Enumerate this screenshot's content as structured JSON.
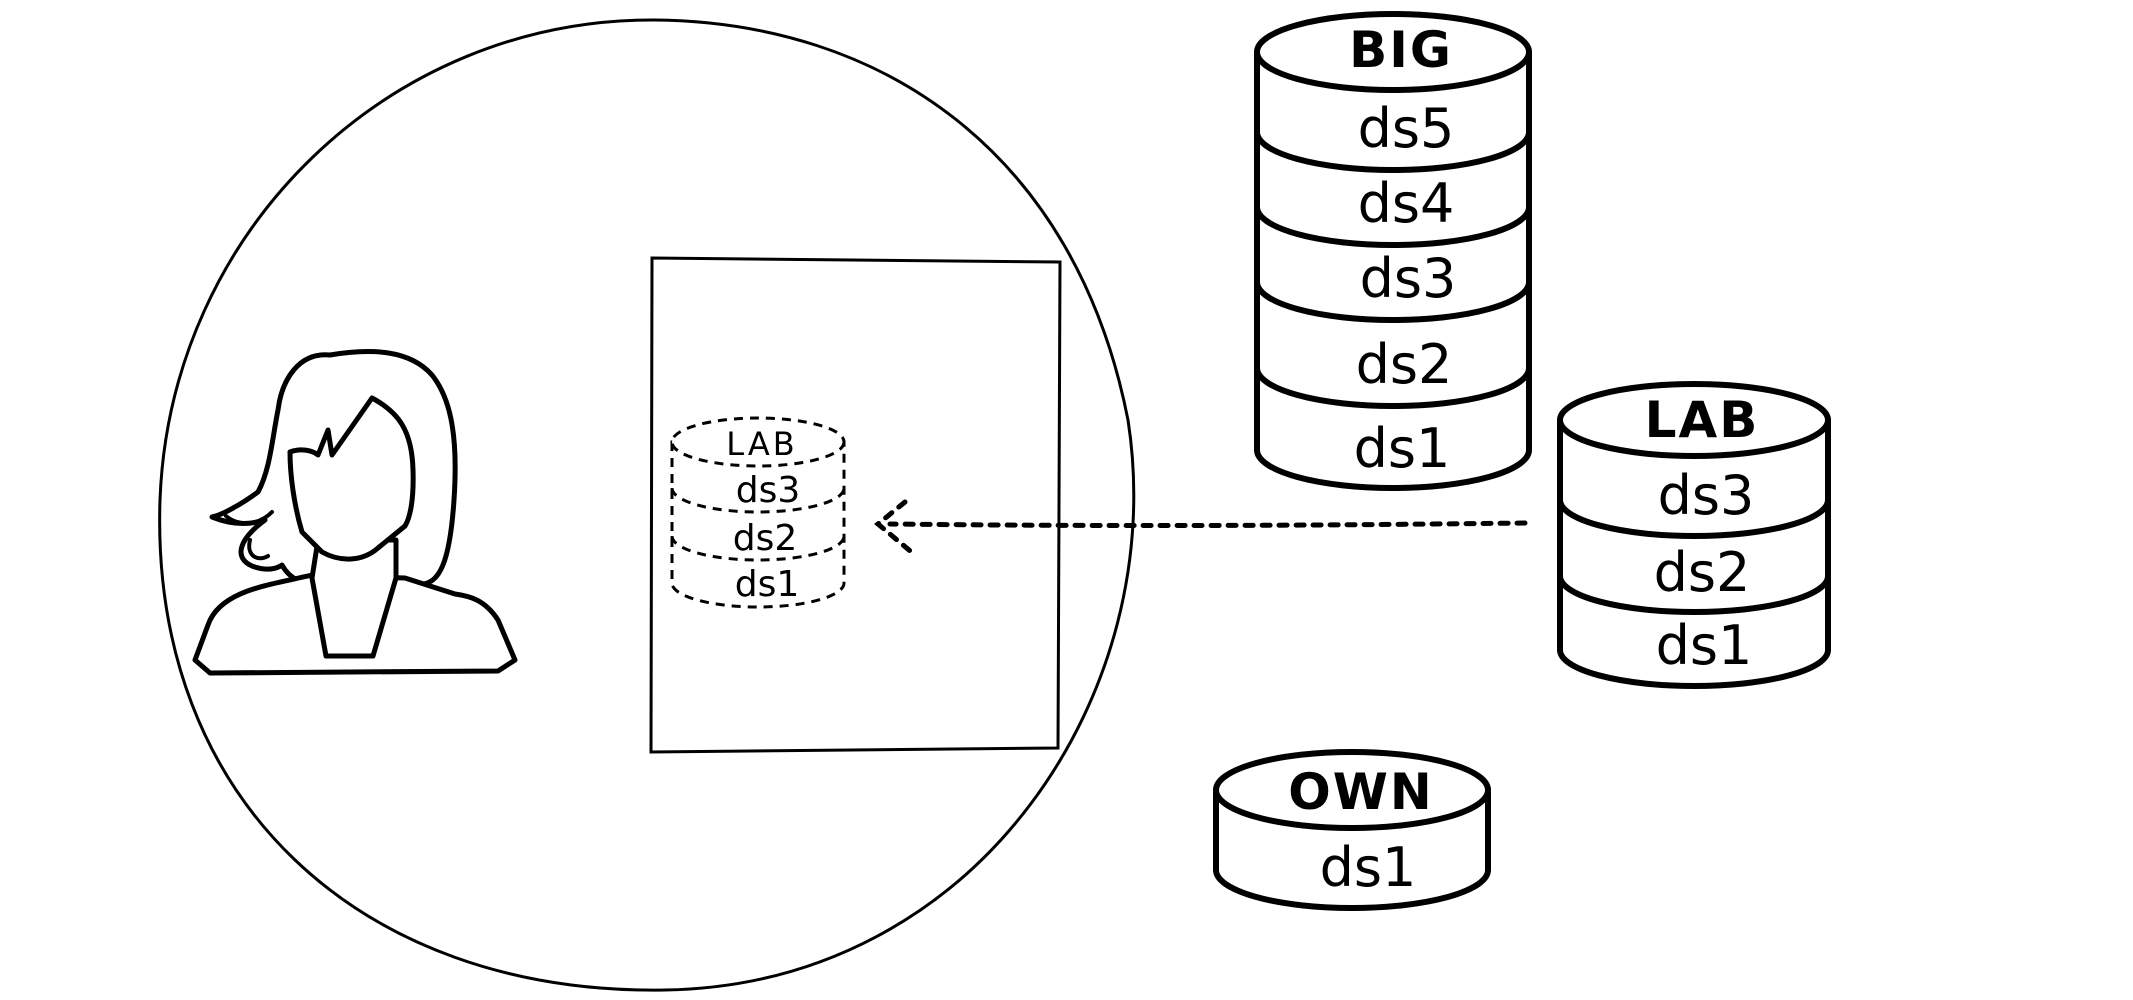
{
  "diagram": {
    "stacks": {
      "big": {
        "title": "BIG",
        "layers": [
          "ds5",
          "ds4",
          "ds3",
          "ds2",
          "ds1"
        ]
      },
      "lab": {
        "title": "LAB",
        "layers": [
          "ds3",
          "ds2",
          "ds1"
        ]
      },
      "own": {
        "title": "OWN",
        "layers": [
          "ds1"
        ]
      }
    },
    "local_copy": {
      "title": "LAB",
      "layers": [
        "ds3",
        "ds2",
        "ds1"
      ]
    }
  }
}
